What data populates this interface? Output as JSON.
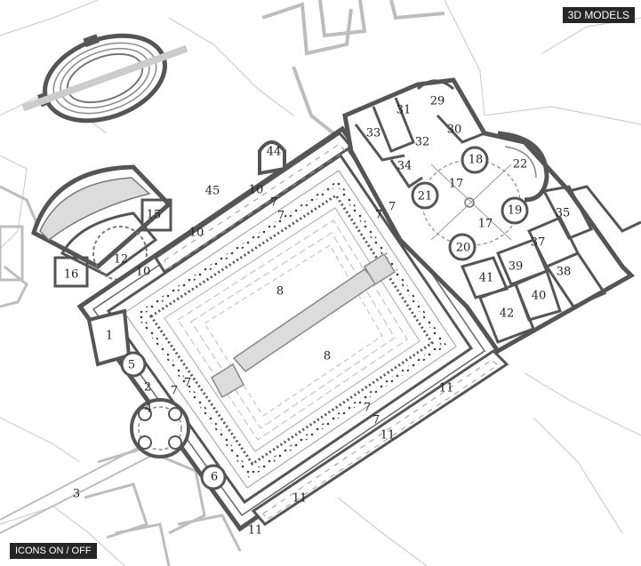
{
  "buttons": {
    "models_3d": "3D MODELS",
    "icons_toggle": "ICONS ON / OFF"
  },
  "colors": {
    "wall": "#4a4a4a",
    "thin_line": "#9a9a9a",
    "ghost_line": "#cfcfcf",
    "pool_fill": "#dcdcdc",
    "button_bg": "#262626",
    "button_text": "#ffffff"
  },
  "room_labels": {
    "l1": "1",
    "l2": "2",
    "l3": "3",
    "l4": "4",
    "l5": "5",
    "l6": "6",
    "l7a": "7",
    "l7b": "7",
    "l7c": "7",
    "l7d": "7",
    "l7e": "7",
    "l7f": "7",
    "l7g": "7",
    "l7h": "7",
    "l8a": "8",
    "l8b": "8",
    "l10a": "10",
    "l10b": "10",
    "l10c": "10",
    "l11a": "11",
    "l11b": "11",
    "l11c": "11",
    "l11d": "11",
    "l12": "12",
    "l15": "15",
    "l16": "16",
    "l17a": "17",
    "l17b": "17",
    "l18": "18",
    "l19": "19",
    "l20": "20",
    "l21": "21",
    "l22": "22",
    "l29": "29",
    "l30": "30",
    "l31": "31",
    "l32": "32",
    "l33": "33",
    "l34": "34",
    "l35": "35",
    "l37": "37",
    "l38": "38",
    "l39": "39",
    "l40": "40",
    "l41": "41",
    "l42": "42",
    "l44": "44",
    "l45": "45"
  }
}
